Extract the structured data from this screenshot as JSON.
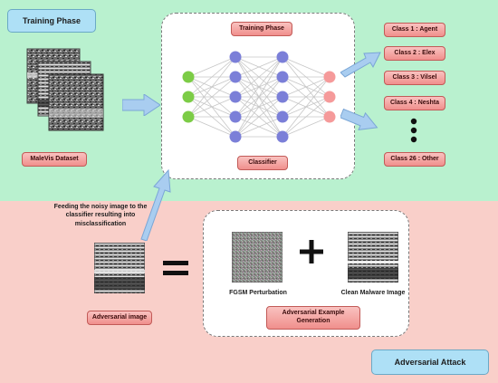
{
  "phases": {
    "training": "Training Phase",
    "attack": "Adversarial Attack"
  },
  "training": {
    "dataset_label": "MaleVis Dataset",
    "network_title": "Training Phase",
    "classifier_label": "Classifier"
  },
  "classes": [
    "Class 1 : Agent",
    "Class 2 : Elex",
    "Class 3 : Vilsel",
    "Class 4 : Neshta",
    "Class 26 : Other"
  ],
  "attack": {
    "feed_note": "Feeding the noisy image to the classifier resulting into misclassification",
    "adversarial_image_label": "Adversarial image",
    "fgsm_label": "FGSM Perturbation",
    "clean_label": "Clean Malware Image",
    "generation_label": "Adversarial Example Generation",
    "equals_symbol": "=",
    "plus_symbol": "+"
  },
  "colors": {
    "training_bg": "#b9f1cf",
    "attack_bg": "#f9cfc9",
    "input_node": "#7ccc46",
    "hidden_node": "#7b7fd8",
    "output_node": "#f59a9a",
    "arrow": "#a9cdf0"
  },
  "icons": [
    "arrow-right-icon",
    "ellipsis-vertical-icon",
    "equals-icon",
    "plus-icon"
  ]
}
